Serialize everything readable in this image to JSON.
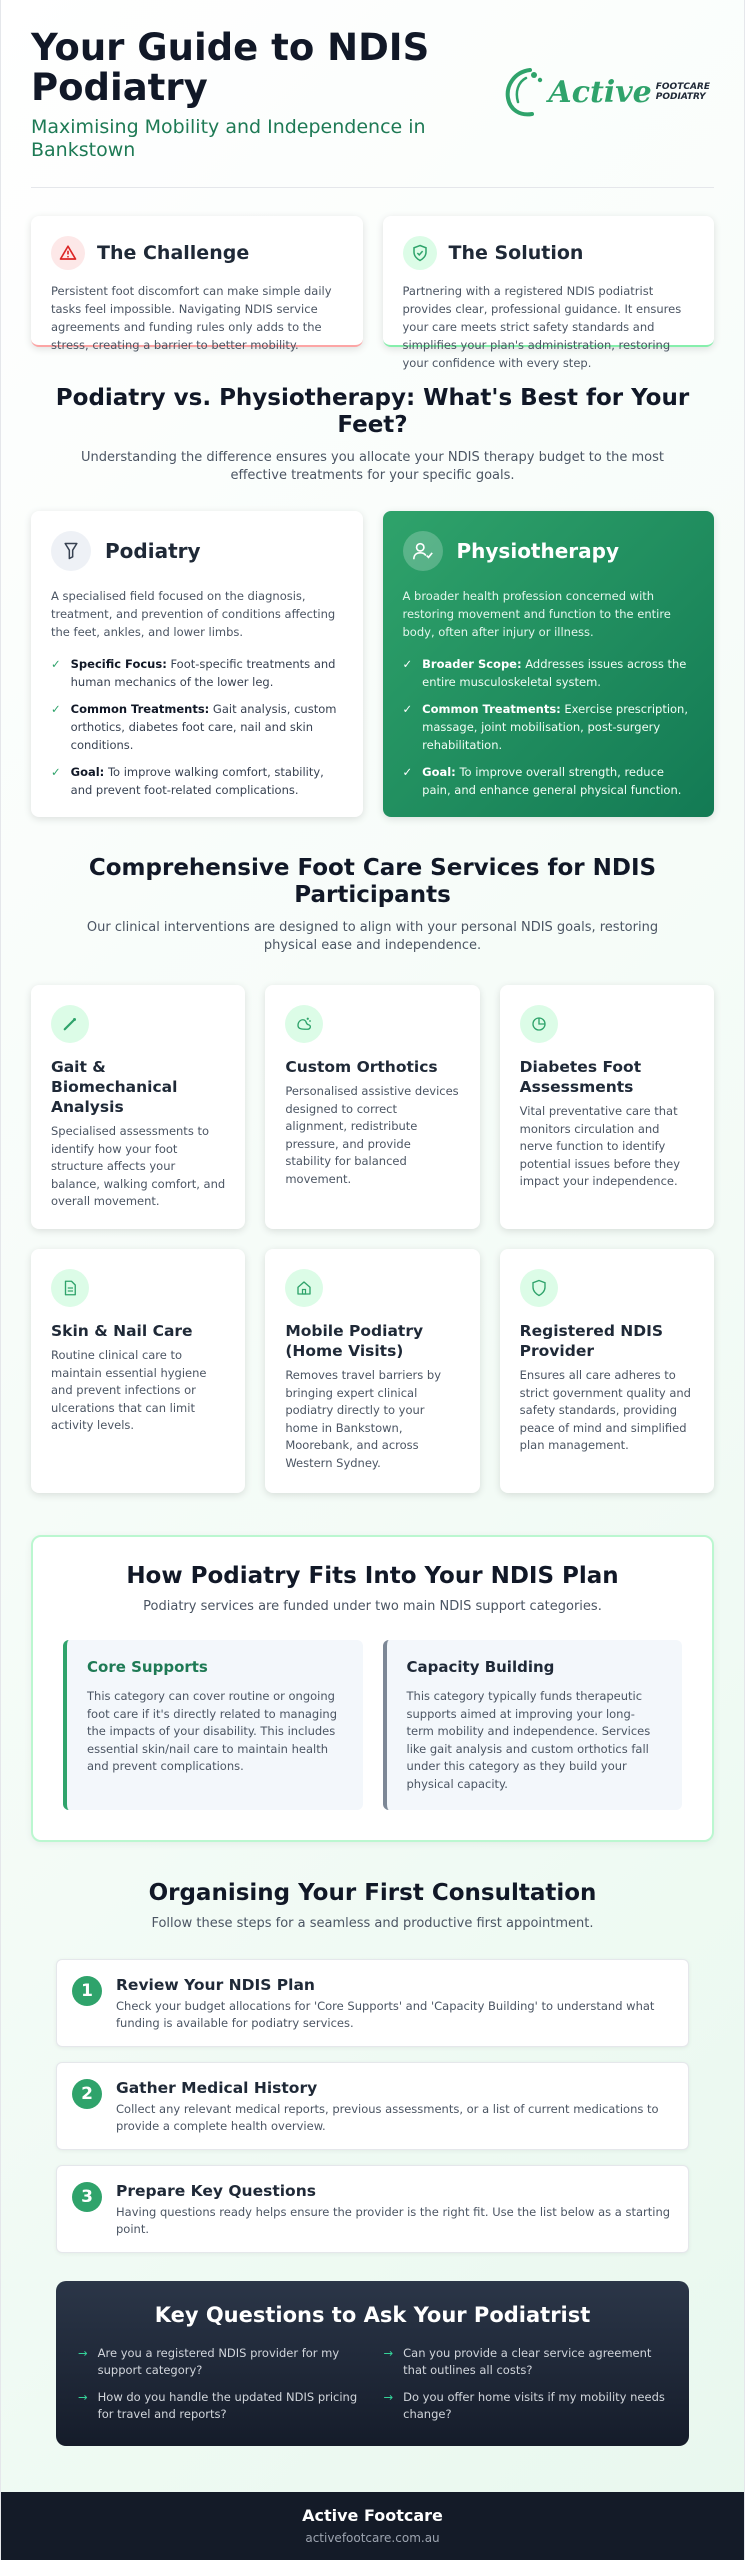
{
  "header": {
    "title": "Your Guide to NDIS Podiatry",
    "subtitle": "Maximising Mobility and Independence in Bankstown",
    "logo_word": "Active",
    "logo_tag_1": "FOOTCARE",
    "logo_tag_2": "PODIATRY"
  },
  "challenge": {
    "title": "The Challenge",
    "text": "Persistent foot discomfort can make simple daily tasks feel impossible. Navigating NDIS service agreements and funding rules only adds to the stress, creating a barrier to better mobility."
  },
  "solution": {
    "title": "The Solution",
    "text": "Partnering with a registered NDIS podiatrist provides clear, professional guidance. It ensures your care meets strict safety standards and simplifies your plan's administration, restoring your confidence with every step."
  },
  "compare": {
    "title": "Podiatry vs. Physiotherapy: What's Best for Your Feet?",
    "subtitle": "Understanding the difference ensures you allocate your NDIS therapy budget to the most effective treatments for your specific goals.",
    "podiatry": {
      "title": "Podiatry",
      "desc": "A specialised field focused on the diagnosis, treatment, and prevention of conditions affecting the feet, ankles, and lower limbs.",
      "items": [
        {
          "label": "Specific Focus:",
          "text": " Foot-specific treatments and human mechanics of the lower leg."
        },
        {
          "label": "Common Treatments:",
          "text": " Gait analysis, custom orthotics, diabetes foot care, nail and skin conditions."
        },
        {
          "label": "Goal:",
          "text": " To improve walking comfort, stability, and prevent foot-related complications."
        }
      ]
    },
    "physio": {
      "title": "Physiotherapy",
      "desc": "A broader health profession concerned with restoring movement and function to the entire body, often after injury or illness.",
      "items": [
        {
          "label": "Broader Scope:",
          "text": " Addresses issues across the entire musculoskeletal system."
        },
        {
          "label": "Common Treatments:",
          "text": " Exercise prescription, massage, joint mobilisation, post-surgery rehabilitation."
        },
        {
          "label": "Goal:",
          "text": " To improve overall strength, reduce pain, and enhance general physical function."
        }
      ]
    }
  },
  "services": {
    "title": "Comprehensive Foot Care Services for NDIS Participants",
    "subtitle": "Our clinical interventions are designed to align with your personal NDIS goals, restoring physical ease and independence.",
    "items": [
      {
        "title": "Gait & Biomechanical Analysis",
        "text": "Specialised assessments to identify how your foot structure affects your balance, walking comfort, and overall movement.",
        "icon": "pen-icon"
      },
      {
        "title": "Custom Orthotics",
        "text": "Personalised assistive devices designed to correct alignment, redistribute pressure, and provide stability for balanced movement.",
        "icon": "footprint-icon"
      },
      {
        "title": "Diabetes Foot Assessments",
        "text": "Vital preventative care that monitors circulation and nerve function to identify potential issues before they impact your independence.",
        "icon": "pie-icon"
      },
      {
        "title": "Skin & Nail Care",
        "text": "Routine clinical care to maintain essential hygiene and prevent infections or ulcerations that can limit activity levels.",
        "icon": "document-icon"
      },
      {
        "title": "Mobile Podiatry (Home Visits)",
        "text": "Removes travel barriers by bringing expert clinical podiatry directly to your home in Bankstown, Moorebank, and across Western Sydney.",
        "icon": "home-icon"
      },
      {
        "title": "Registered NDIS Provider",
        "text": "Ensures all care adheres to strict government quality and safety standards, providing peace of mind and simplified plan management.",
        "icon": "shield-icon"
      }
    ]
  },
  "plan": {
    "title": "How Podiatry Fits Into Your NDIS Plan",
    "subtitle": "Podiatry services are funded under two main NDIS support categories.",
    "core": {
      "title": "Core Supports",
      "text": "This category can cover routine or ongoing foot care if it's directly related to managing the impacts of your disability. This includes essential skin/nail care to maintain health and prevent complications."
    },
    "capacity": {
      "title": "Capacity Building",
      "text": "This category typically funds therapeutic supports aimed at improving your long-term mobility and independence. Services like gait analysis and custom orthotics fall under this category as they build your physical capacity."
    }
  },
  "consult": {
    "title": "Organising Your First Consultation",
    "subtitle": "Follow these steps for a seamless and productive first appointment.",
    "steps": [
      {
        "num": "1",
        "title": "Review Your NDIS Plan",
        "text": "Check your budget allocations for 'Core Supports' and 'Capacity Building' to understand what funding is available for podiatry services."
      },
      {
        "num": "2",
        "title": "Gather Medical History",
        "text": "Collect any relevant medical reports, previous assessments, or a list of current medications to provide a complete health overview."
      },
      {
        "num": "3",
        "title": "Prepare Key Questions",
        "text": "Having questions ready helps ensure the provider is the right fit. Use the list below as a starting point."
      }
    ]
  },
  "questions": {
    "title": "Key Questions to Ask Your Podiatrist",
    "items": [
      "Are you a registered NDIS provider for my support category?",
      "Can you provide a clear service agreement that outlines all costs?",
      "How do you handle the updated NDIS pricing for travel and reports?",
      "Do you offer home visits if my mobility needs change?"
    ]
  },
  "footer": {
    "name": "Active Footcare",
    "url": "activefootcare.com.au"
  },
  "colors": {
    "accent": "#2fa36b",
    "accent_dark": "#137a54",
    "dark": "#141b28",
    "challenge_red": "#dc2626"
  }
}
